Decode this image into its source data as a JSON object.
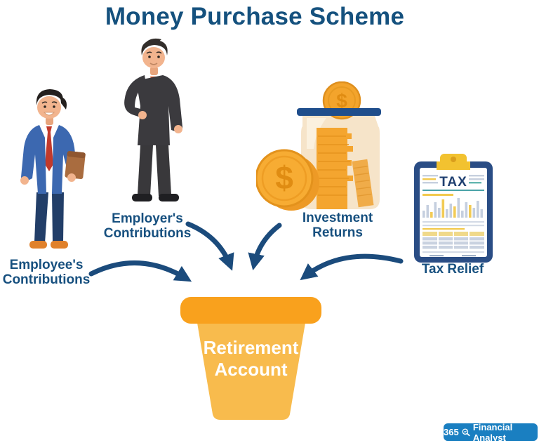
{
  "title": "Money Purchase Scheme",
  "sources": {
    "employee": {
      "label": "Employee's Contributions"
    },
    "employer": {
      "label": "Employer's Contributions"
    },
    "investment": {
      "label": "Investment Returns"
    },
    "tax": {
      "label": "Tax Relief"
    }
  },
  "target": {
    "label": "Retirement Account"
  },
  "tax_document": {
    "heading": "TAX"
  },
  "coins": {
    "symbol": "$"
  },
  "logo": {
    "prefix": "365",
    "name": "Financial Analyst"
  },
  "colors": {
    "navy_text": "#17507F",
    "arrow": "#1B4B7C",
    "pot_rim": "#F9A11D",
    "pot_body": "#F8BB4D",
    "coin_gold": "#F5A72E",
    "badge_blue": "#1A7FC1"
  }
}
